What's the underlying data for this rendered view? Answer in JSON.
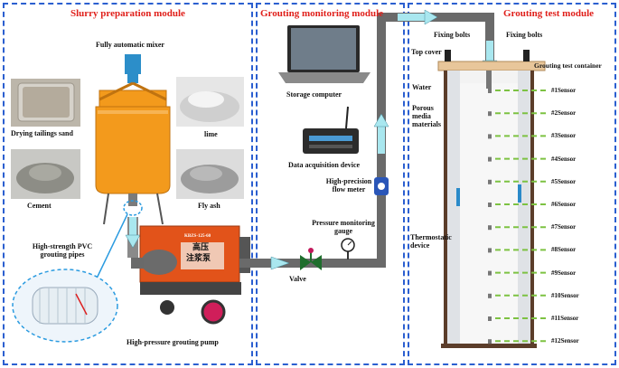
{
  "modules": {
    "slurry": "Slurry preparation module",
    "monitoring": "Grouting monitoring module",
    "test": "Grouting test module"
  },
  "labels": {
    "mixer": "Fully automatic mixer",
    "drying": "Drying tailings sand",
    "lime": "lime",
    "cement": "Cement",
    "flyash": "Fly ash",
    "pvc": "High-strength PVC grouting pipes",
    "pump": "High-pressure grouting pump",
    "pump_sign1": "高压",
    "pump_sign2": "注浆泵",
    "pump_model": "KBZS-125-60",
    "storage": "Storage computer",
    "daq": "Data acquisition device",
    "flowmeter": "High-precision flow meter",
    "gauge": "Pressure monitoring gauge",
    "valve": "Valve",
    "bolts_left": "Fixing bolts",
    "bolts_right": "Fixing bolts",
    "top_cover": "Top cover",
    "container": "Grouting test container",
    "water": "Water",
    "porous": "Porous media materials",
    "thermostatic": "Thermostatic device"
  },
  "sensors": [
    "#1Sensor",
    "#2Sensor",
    "#3Sensor",
    "#4Sensor",
    "#5Sensor",
    "#6Sensor",
    "#7Sensor",
    "#8Sensor",
    "#9Sensor",
    "#10Sensor",
    "#11Sensor",
    "#12Sensor"
  ],
  "colors": {
    "border": "#2b5fd0",
    "title": "#e0201b",
    "pipe": "#6a6a6a",
    "flow": "#a9e7ef",
    "mixer": "#f39a1c",
    "pump": "#e2531a",
    "sensor": "#7dc242"
  }
}
